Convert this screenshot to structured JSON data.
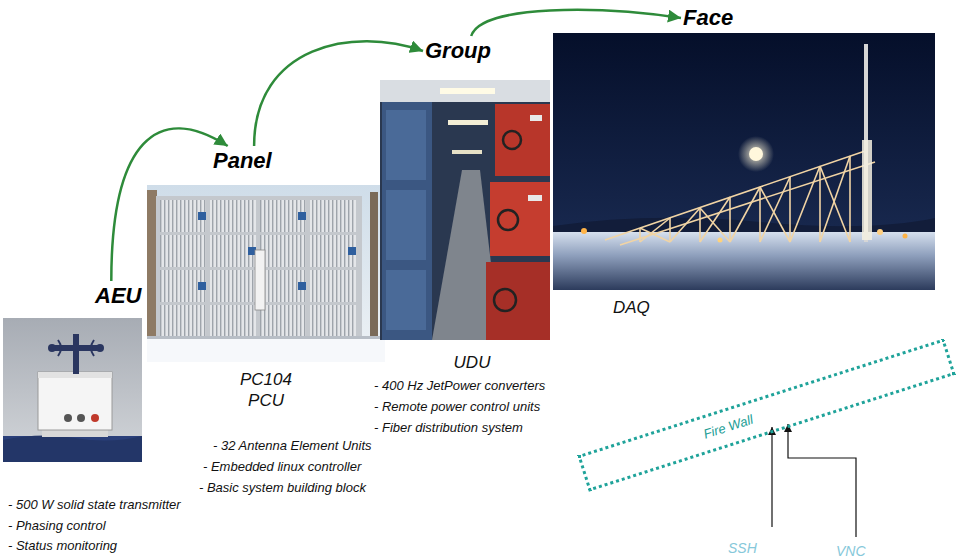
{
  "diagram": {
    "nodes": [
      {
        "text": [
          "AEU"
        ]
      },
      {
        "text": [
          "Panel"
        ]
      },
      {
        "text": [
          "Group"
        ]
      },
      {
        "text": [
          "Face"
        ]
      },
      {
        "text": [
          "Fire Wall"
        ]
      }
    ],
    "edges": [
      {
        "from": 0,
        "to": 1,
        "arrow": "to"
      },
      {
        "from": 1,
        "to": 2,
        "arrow": "to"
      },
      {
        "from": 2,
        "to": 3,
        "arrow": "to"
      }
    ],
    "labels": [
      "- 500 W solid state transmitter",
      "- Phasing control",
      "- Status monitoring",
      "PC104",
      "PCU",
      "- 32 Antenna Element Units",
      "- Embedded linux controller",
      "- Basic system building block",
      "UDU",
      "- 400 Hz JetPower converters",
      "- Remote power control units",
      "- Fiber distribution system",
      "DAQ",
      "SSH",
      "VNC"
    ]
  }
}
